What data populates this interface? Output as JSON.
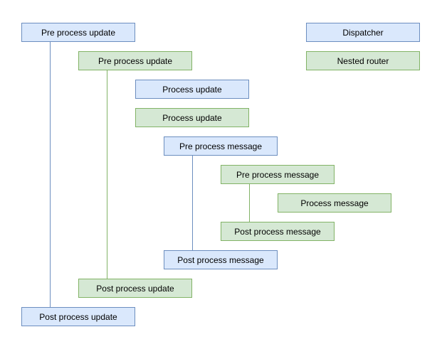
{
  "diagram": {
    "nodes": [
      {
        "label": "Pre process update",
        "kind": "dispatcher"
      },
      {
        "label": "Pre process update",
        "kind": "nested-router"
      },
      {
        "label": "Process update",
        "kind": "dispatcher"
      },
      {
        "label": "Process update",
        "kind": "nested-router"
      },
      {
        "label": "Pre process message",
        "kind": "dispatcher"
      },
      {
        "label": "Pre process message",
        "kind": "nested-router"
      },
      {
        "label": "Process message",
        "kind": "nested-router"
      },
      {
        "label": "Post process message",
        "kind": "nested-router"
      },
      {
        "label": "Post process message",
        "kind": "dispatcher"
      },
      {
        "label": "Post process update",
        "kind": "nested-router"
      },
      {
        "label": "Post process update",
        "kind": "dispatcher"
      }
    ],
    "legend": [
      {
        "label": "Dispatcher",
        "kind": "dispatcher"
      },
      {
        "label": "Nested router",
        "kind": "nested-router"
      }
    ],
    "colors": {
      "dispatcher_fill": "#dae8fc",
      "dispatcher_border": "#6c8ebf",
      "router_fill": "#d5e8d4",
      "router_border": "#82b366"
    }
  }
}
